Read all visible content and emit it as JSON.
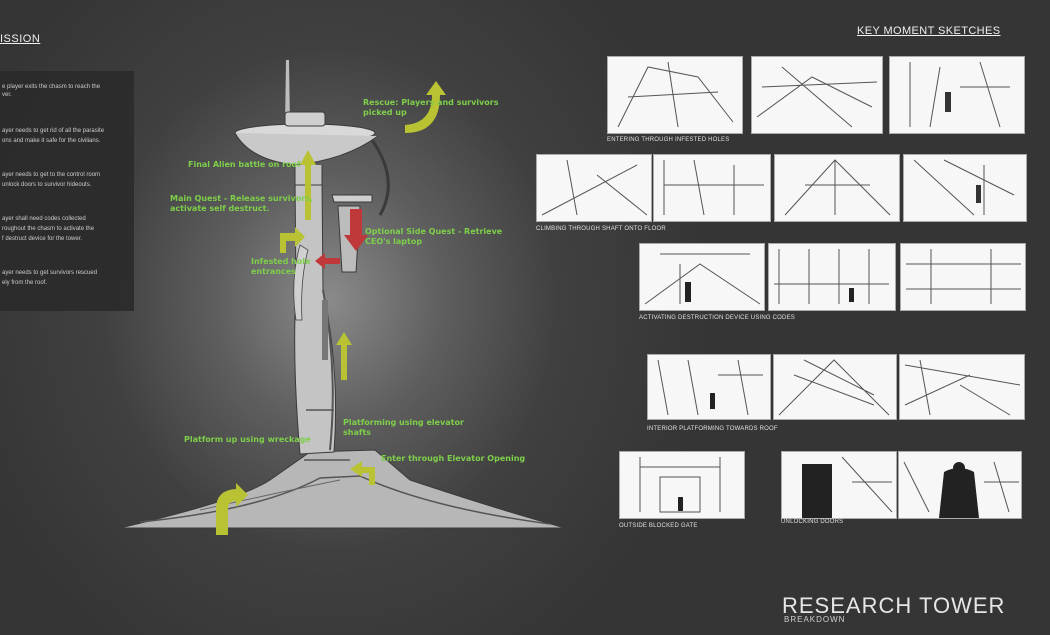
{
  "mission": {
    "title": "ISSION",
    "lines": [
      "e player exits the chasm to reach the",
      "ver.",
      "ayer needs to get rid of all the parasite",
      "ons and make it safe for the civilians.",
      "ayer needs to get to the control room",
      "unlock doors to survivor hideouts.",
      "ayer shall need codes collected",
      "roughout the chasm to activate the",
      "f destruct device for the tower.",
      "ayer needs to get survivors rescued",
      "ely from the roof."
    ]
  },
  "tower_labels": {
    "rescue": [
      "Rescue: Players and survivors",
      "picked up"
    ],
    "final_battle": "Final Alien battle on roof",
    "main_quest": [
      "Main Quest - Release survivors,",
      "activate self destruct."
    ],
    "side_quest": [
      "Optional Side Quest - Retrieve",
      "CEO's laptop"
    ],
    "infested": [
      "Infested hole",
      "entrances"
    ],
    "platforming": [
      "Platforming using elevator",
      "shafts"
    ],
    "wreckage": "Platform up using wreckage",
    "enter": "Enter through Elevator Opening"
  },
  "sketches": {
    "title": "KEY MOMENT SKETCHES",
    "captions": {
      "row1": "ENTERING THROUGH INFESTED HOLES",
      "row2": "CLIMBING THROUGH SHAFT ONTO FLOOR",
      "row3": "ACTIVATING DESTRUCTION DEVICE USING CODES",
      "row4": "INTERIOR PLATFORMING TOWARDS ROOF",
      "row5a": "OUTSIDE BLOCKED GATE",
      "row5b": "UNLOCKING DOORS"
    }
  },
  "branding": {
    "title": "RESEARCH TOWER",
    "subtitle": "BREAKDOWN"
  },
  "colors": {
    "label_green": "#7ecf4a",
    "arrow_yellow": "#b8c233",
    "arrow_red": "#c0393a"
  }
}
